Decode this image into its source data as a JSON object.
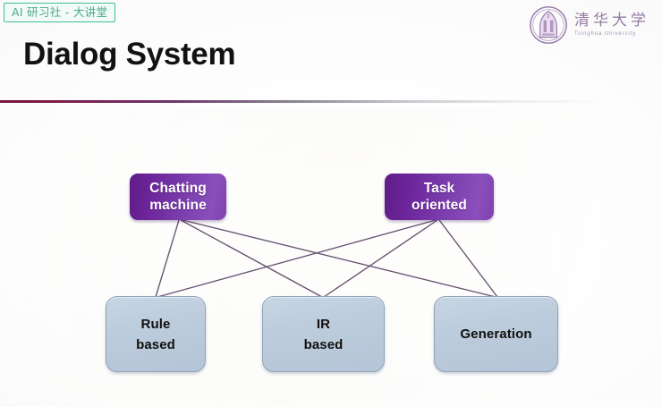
{
  "slide": {
    "badge_label": "AI 研习社 - 大讲堂",
    "title": "Dialog System",
    "logo": {
      "name_cn": "清华大学",
      "name_en": "Tsinghua University",
      "emblem_icon": "tsinghua-emblem-icon"
    },
    "colors": {
      "badge_border": "#3ebfa0",
      "badge_text": "#4aa98e",
      "title_text": "#121212",
      "top_node_fill": "#7c3fae",
      "top_node_text": "#ffffff",
      "bottom_node_fill": "#bdccdc",
      "bottom_node_text": "#101010",
      "edge_stroke": "#5d4466",
      "divider_start": "#7a1540"
    }
  },
  "diagram": {
    "type": "bipartite-graph",
    "top_nodes": [
      {
        "id": "chatting",
        "line1": "Chatting",
        "line2": "machine"
      },
      {
        "id": "task",
        "line1": "Task",
        "line2": "oriented"
      }
    ],
    "bottom_nodes": [
      {
        "id": "rule",
        "line1": "Rule",
        "line2": "based"
      },
      {
        "id": "ir",
        "line1": "IR",
        "line2": "based"
      },
      {
        "id": "generation",
        "line1": "Generation",
        "line2": ""
      }
    ],
    "edges": [
      {
        "from": "chatting",
        "to": "rule"
      },
      {
        "from": "chatting",
        "to": "ir"
      },
      {
        "from": "chatting",
        "to": "generation"
      },
      {
        "from": "task",
        "to": "rule"
      },
      {
        "from": "task",
        "to": "ir"
      },
      {
        "from": "task",
        "to": "generation"
      }
    ]
  }
}
